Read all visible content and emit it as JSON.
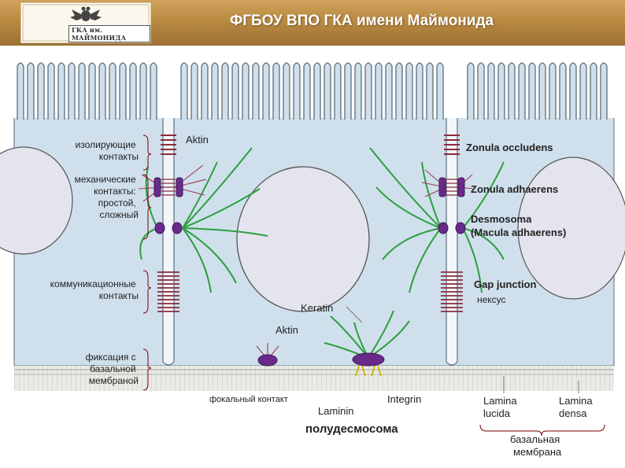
{
  "header": {
    "title": "ФГБОУ ВПО ГКА имени Маймонида",
    "logo_text": "ГКА им. МАЙМОНИДА"
  },
  "left_labels": {
    "isolating": [
      "изолирующие",
      "контакты"
    ],
    "mechanical": [
      "механические",
      "контакты:",
      "простой,",
      "сложный"
    ],
    "communication": [
      "коммуникационные",
      "контакты"
    ],
    "fixation": [
      "фиксация с",
      "базальной",
      "мембраной"
    ]
  },
  "right_labels": {
    "zonula_occludens": "Zonula occludens",
    "zonula_adhaerens": "Zonula adhaerens",
    "desmosoma": "Desmosoma",
    "macula_adhaerens": "(Macula adhaerens)",
    "gap_junction": "Gap junction",
    "nexus": "нексус"
  },
  "inner_labels": {
    "aktin_top": "Aktin",
    "keratin": "Keratin",
    "aktin_bottom": "Aktin"
  },
  "bottom_labels": {
    "focal_contact": "фокальный контакт",
    "laminin": "Laminin",
    "integrin": "Integrin",
    "hemidesmosome": "полудесмосома",
    "lamina_lucida": [
      "Lamina",
      "lucida"
    ],
    "lamina_densa": [
      "Lamina",
      "densa"
    ],
    "basal_membrane": [
      "базальная",
      "мембрана"
    ]
  },
  "colors": {
    "cytoplasm": "#cfe0ec",
    "nucleus": "#e4e4ee",
    "filament": "#2e9e3e",
    "junction": "#8b2a3c",
    "plaque": "#6a2a8a",
    "header": "#b98a42"
  }
}
